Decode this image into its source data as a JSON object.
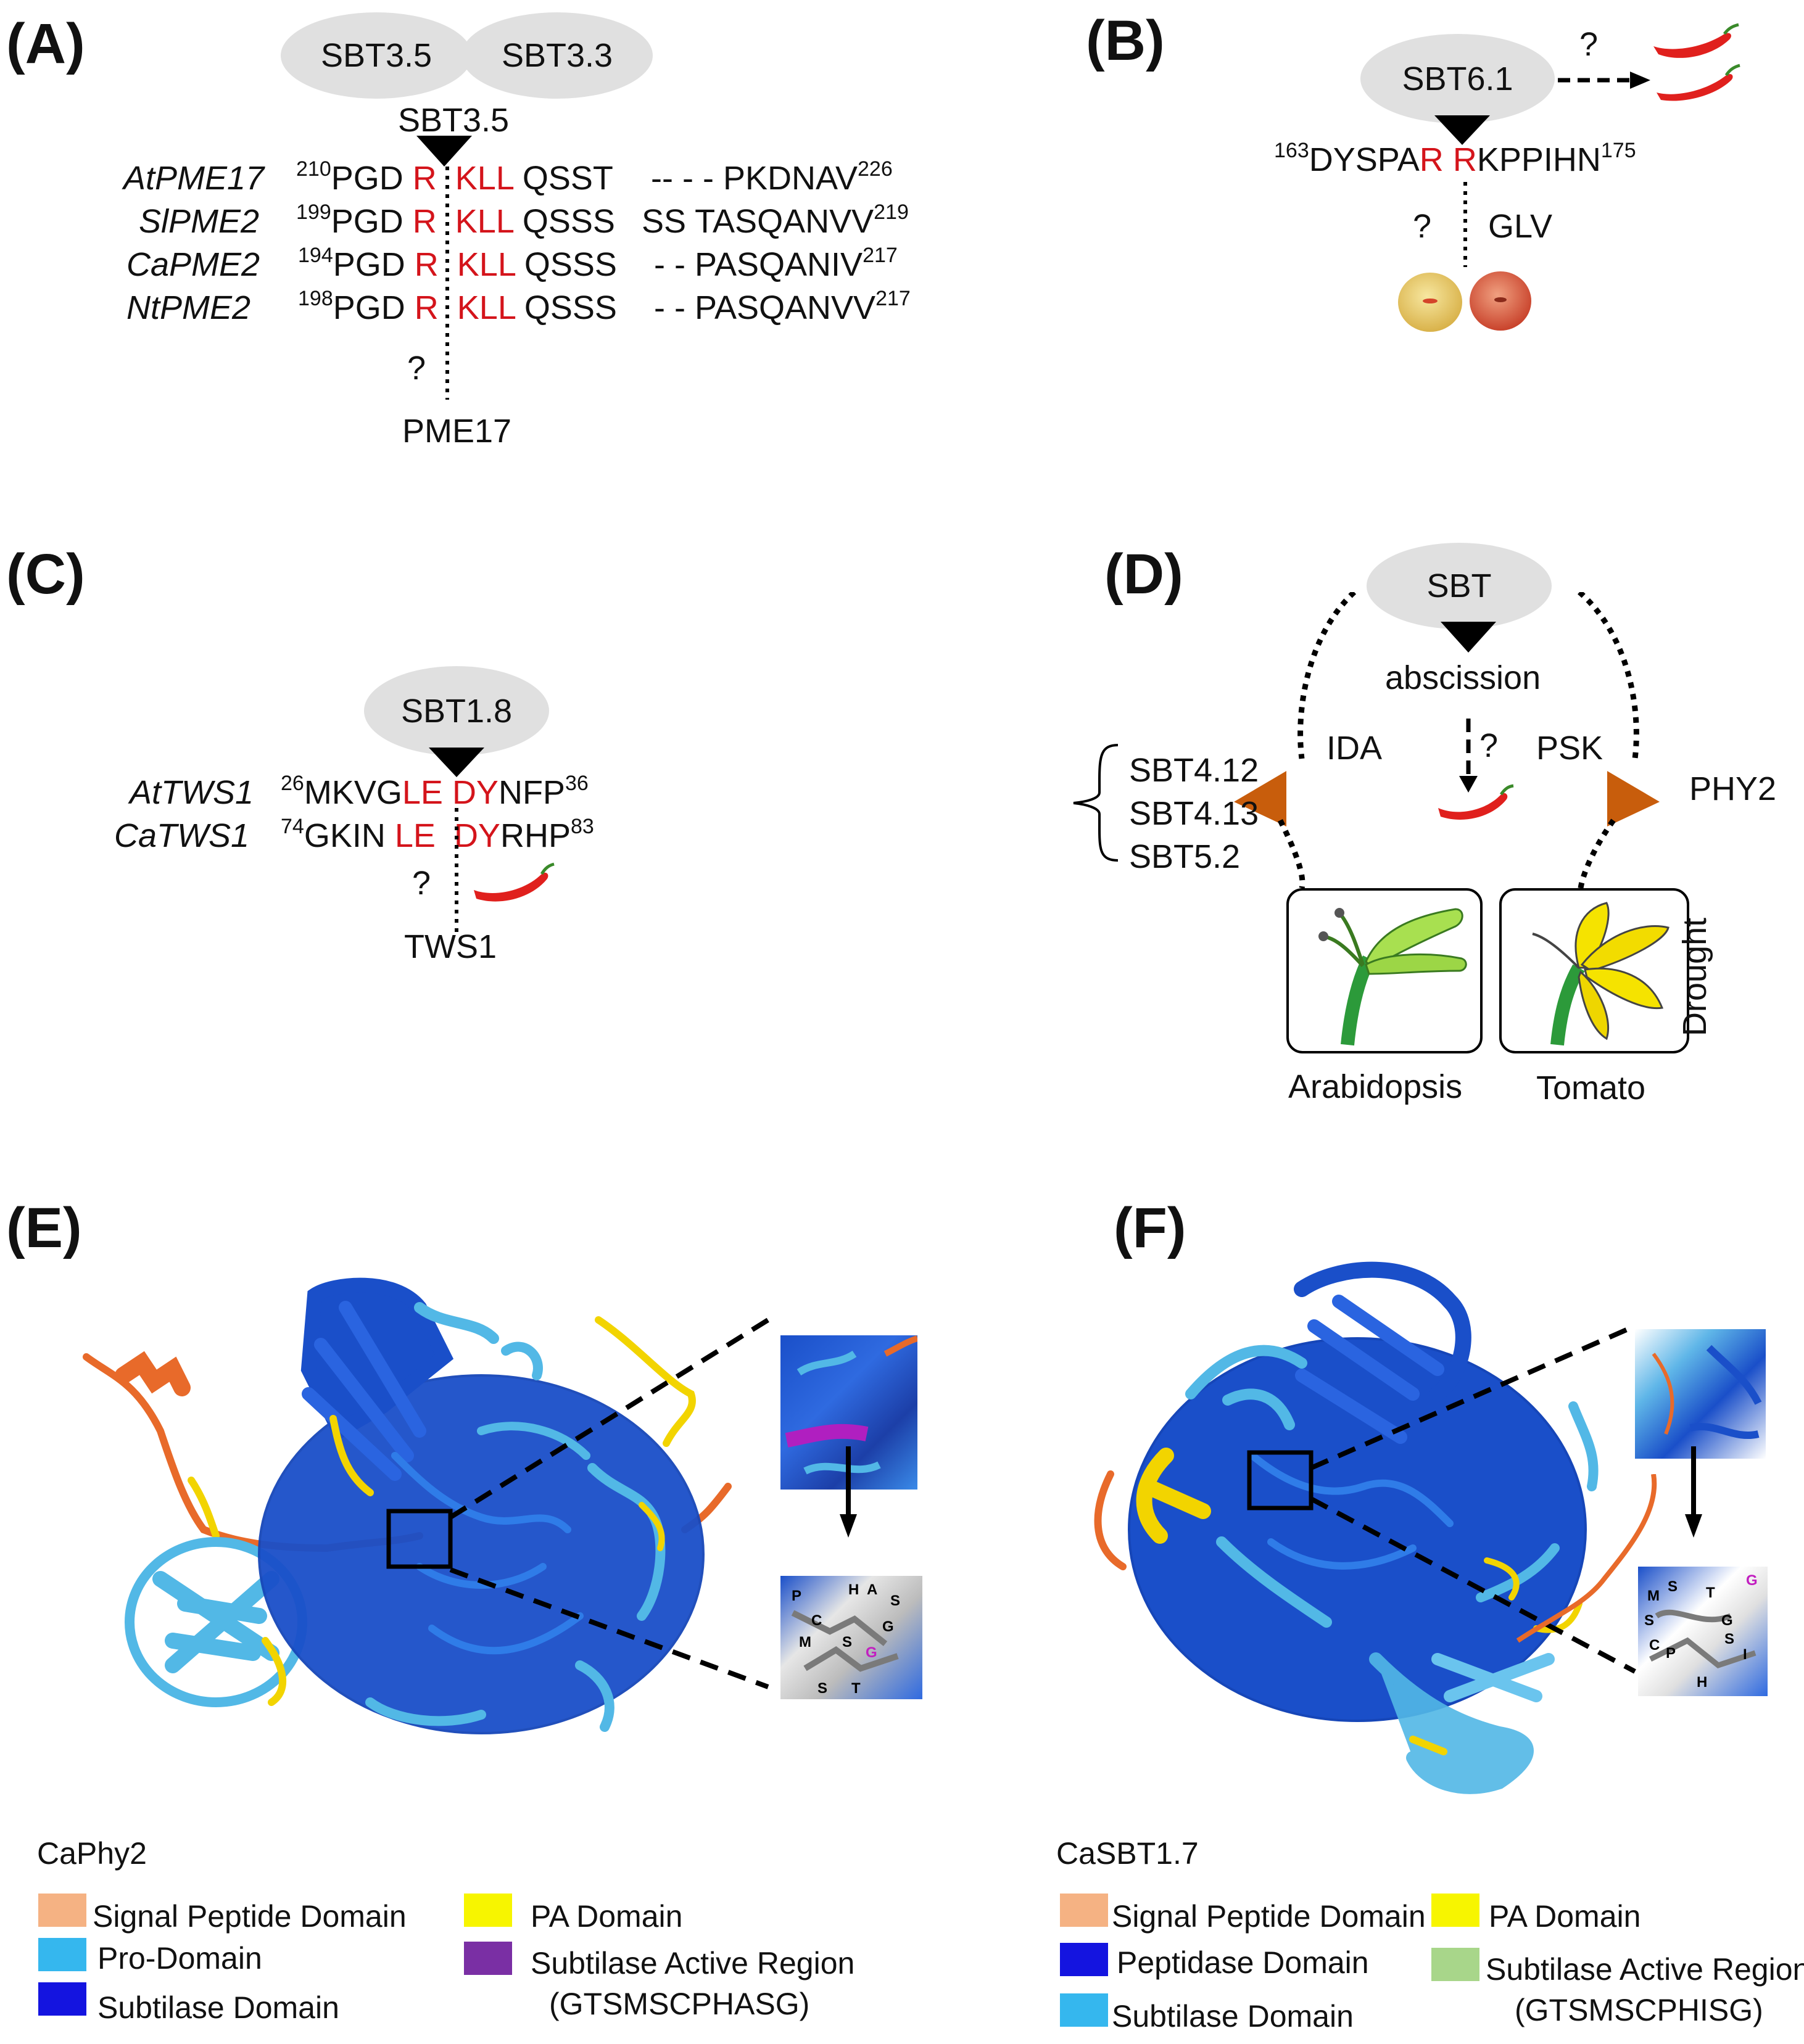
{
  "panels": {
    "a": "(A)",
    "b": "(B)",
    "c": "(C)",
    "d": "(D)",
    "e": "(E)",
    "f": "(F)"
  },
  "panel_a": {
    "ellipse_left": "SBT3.5",
    "ellipse_right": "SBT3.3",
    "cleaver": "SBT3.5",
    "rows": [
      {
        "name": "AtPME17",
        "start": "210",
        "pre": "PGD ",
        "mid": "KLL",
        "post": " QSST",
        "gap": "-- - - PKDNAV",
        "end": "226"
      },
      {
        "name": "SlPME2",
        "start": "199",
        "pre": "PGD ",
        "mid": "KLL",
        "post": " QSSS",
        "gap": "SS TASQANVV",
        "end": "219"
      },
      {
        "name": "CaPME2",
        "start": "194",
        "pre": "PGD ",
        "mid": "KLL",
        "post": " QSSS",
        "gap": "- -   PASQANIV",
        "end": "217"
      },
      {
        "name": "NtPME2",
        "start": "198",
        "pre": "PGD ",
        "mid": "KLL",
        "post": " QSSS",
        "gap": "- - PASQANVV",
        "end": "217"
      }
    ],
    "cleaved_residue": "R",
    "question": "?",
    "product": "PME17"
  },
  "panel_b": {
    "ellipse": "SBT6.1",
    "question_top": "?",
    "seq_start": "163",
    "seq_pre": "DYSPA",
    "seq_r1": "R",
    "seq_r2": "R",
    "seq_post": "KPPIHN",
    "seq_end": "175",
    "question_bottom": "?",
    "product": "GLV"
  },
  "panel_c": {
    "ellipse": "SBT1.8",
    "row1": {
      "name": "AtTWS1",
      "start": "26",
      "pre": "MKVG",
      "red1": "LE",
      "red2": "DY",
      "post": "NFP",
      "end": "36"
    },
    "row2": {
      "name": "CaTWS1",
      "start": "74",
      "pre": "GKIN ",
      "red1": "LE",
      "red2": "DY",
      "post": "RHP",
      "end": "83"
    },
    "question": "?",
    "product": "TWS1"
  },
  "panel_d": {
    "ellipse": "SBT",
    "abscission": "abscission",
    "question": "?",
    "ida": "IDA",
    "psk": "PSK",
    "phy2": "PHY2",
    "sbts": [
      "SBT4.12",
      "SBT4.13",
      "SBT5.2"
    ],
    "arabidopsis": "Arabidopsis",
    "tomato": "Tomato",
    "drought": "Drought"
  },
  "panel_e": {
    "title": "CaPhy2",
    "legend": [
      {
        "label": "Signal Peptide Domain",
        "color": "#f5b283"
      },
      {
        "label": "Pro-Domain",
        "color": "#35b7ee"
      },
      {
        "label": "Subtilase Domain",
        "color": "#1414e0"
      },
      {
        "label": "PA Domain",
        "color": "#f7f500"
      },
      {
        "label": "Subtilase Active Region",
        "sub": "(GTSMSCPHASG)",
        "color": "#7a2fa4"
      }
    ],
    "residues_zoom": [
      "P",
      "H",
      "A",
      "S",
      "C",
      "G",
      "M",
      "S",
      "G",
      "S",
      "T"
    ]
  },
  "panel_f": {
    "title": "CaSBT1.7",
    "legend": [
      {
        "label": "Signal Peptide Domain",
        "color": "#f5b283"
      },
      {
        "label": "Peptidase Domain",
        "color": "#1414e0"
      },
      {
        "label": "Subtilase Domain",
        "color": "#35b7ee"
      },
      {
        "label": "PA Domain",
        "color": "#f7f500"
      },
      {
        "label": "Subtilase Active Region",
        "sub": "(GTSMSCPHISG)",
        "color": "#a8d68a"
      }
    ],
    "residues_zoom": [
      "G",
      "M",
      "S",
      "T",
      "S",
      "G",
      "C",
      "P",
      "S",
      "H",
      "I"
    ]
  }
}
